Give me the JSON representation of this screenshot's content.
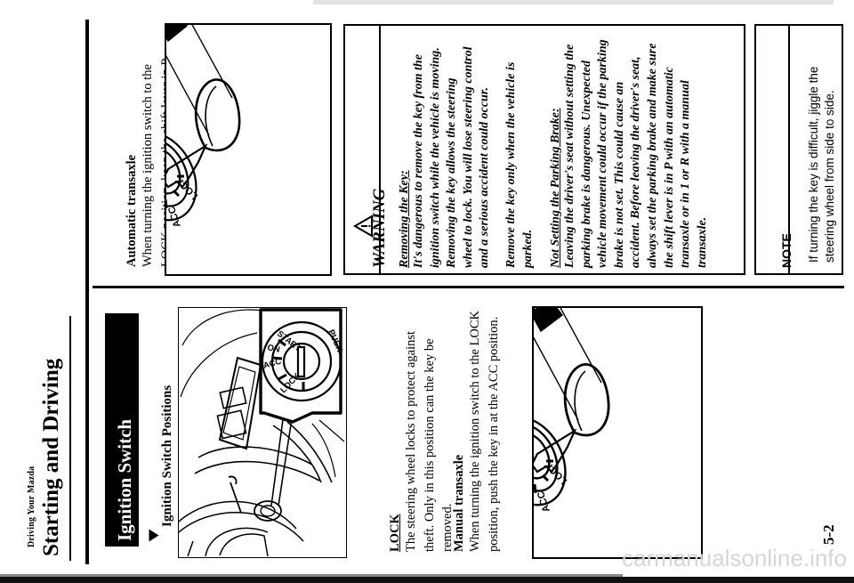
{
  "document": {
    "running_head": "Driving Your Mazda",
    "chapter_title": "Starting and Driving",
    "page_number": "5-2",
    "watermark": "carmanualsonline.info"
  },
  "section": {
    "banner_title": "Ignition Switch",
    "subsection_title": "Ignition Switch Positions"
  },
  "lock": {
    "heading": "LOCK",
    "body": "The steering wheel locks to protect against theft. Only in this position can the key be removed.",
    "manual_transaxle_heading": "Manual transaxle",
    "manual_transaxle_body": "When turning the ignition switch to the LOCK position, push the key in at the ACC position.",
    "automatic_transaxle_heading": "Automatic transaxle",
    "automatic_transaxle_body": "When turning the ignition switch to the LOCK position, keep the shift lever in P."
  },
  "warning": {
    "title": "WARNING",
    "icon": "warning-triangle-icon",
    "items": [
      {
        "heading": "Removing the Key:",
        "paragraphs": [
          "It's dangerous to remove the key from the ignition switch while the vehicle is moving. Removing the key allows the steering wheel to lock. You will lose steering control and a serious accident could occur.",
          "Remove the key only when the vehicle is parked."
        ]
      },
      {
        "heading": "Not Setting the Parking Brake:",
        "paragraphs": [
          "Leaving the driver's seat without setting the parking brake is dangerous. Unexpected vehicle movement could occur if the parking brake is not set. This could cause an accident. Before leaving the driver's seat, always set the parking brake and make sure the shift lever is in P with an automatic transaxle or in 1 or R with a manual transaxle."
        ]
      }
    ]
  },
  "note": {
    "title": "NOTE",
    "body": "If turning the key is difficult, jiggle the steering wheel from side to side."
  },
  "figures": {
    "dashboard": {
      "name": "dashboard-ignition-illustration",
      "callout_labels": [
        "ACC",
        "ON",
        "START",
        "LOCK",
        "PUSH"
      ]
    },
    "key_cylinder_top": {
      "name": "key-in-cylinder-illustration-top",
      "labels": [
        "ACC",
        "ON",
        "START",
        "LOCK"
      ]
    },
    "key_cylinder_bottom": {
      "name": "key-in-cylinder-illustration-bottom",
      "labels": [
        "ACC",
        "ON",
        "START",
        "LOCK"
      ]
    }
  },
  "colors": {
    "ink": "#000000",
    "paper": "#ffffff",
    "watermark": "#d6d6d6"
  }
}
